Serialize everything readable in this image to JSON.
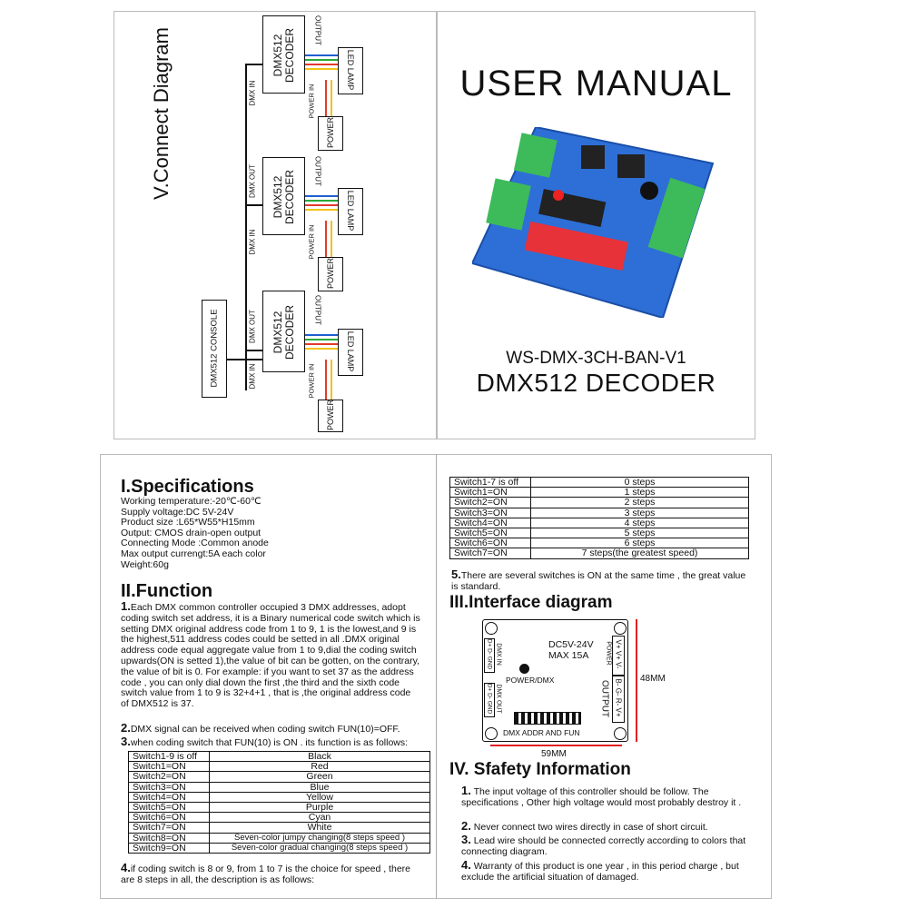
{
  "connect": {
    "title": "V.Connect Diagram",
    "decoder_line1": "DMX512",
    "decoder_line2": "DECODER",
    "output": "OUTPUT",
    "led_lamp": "LED LAMP",
    "power_in": "POWER IN",
    "power": "POWER",
    "dmx_in": "DMX IN",
    "dmx_out": "DMX OUT",
    "console": "DMX512 CONSOLE",
    "colors": [
      "#1e5fd0",
      "#2da83a",
      "#e23b2e",
      "#f2c318"
    ]
  },
  "cover": {
    "title": "USER MANUAL",
    "model": "WS-DMX-3CH-BAN-V1",
    "product": "DMX512 DECODER"
  },
  "specs": {
    "title": "I.Specifications",
    "lines": [
      "Working temperature:-20℃-60℃",
      "Supply voltage:DC 5V-24V",
      "Product size :L65*W55*H15mm",
      "Output: CMOS drain-open output",
      "Connecting Mode :Common anode",
      "Max output currengt:5A  each color",
      "Weight:60g"
    ]
  },
  "function": {
    "title": "II.Function",
    "item1_num": "1.",
    "item1": "Each DMX common controller occupied 3 DMX addresses, adopt coding switch set address, it is a Binary numerical code switch which is setting DMX original address code from 1 to 9, 1 is the lowest,and 9 is the highest,511 address codes  could be setted  in all .DMX original address code equal aggregate value from 1 to 9,dial the coding switch upwards(ON is setted 1),the value of bit can be  gotten, on the contrary, the value of bit is 0. For example: if you want to set 37 as the address code , you can only dial down the first ,the third and the  sixth code switch value from 1 to 9 is 32+4+1 , that is ,the original address  code of DMX512 is 37.",
    "item2_num": "2.",
    "item2": "DMX signal can be received when coding switch FUN(10)=OFF.",
    "item3_num": "3.",
    "item3": "when coding switch that FUN(10) is ON . its function is as follows:",
    "item4_num": "4.",
    "item4": "if coding switch is 8 or 9,  from 1 to 7 is the choice for speed ,  there are 8 steps in all, the description is as follows:"
  },
  "table1": [
    [
      "Switch1-9 is off",
      "Black"
    ],
    [
      "Switch1=ON",
      "Red"
    ],
    [
      "Switch2=ON",
      "Green"
    ],
    [
      "Switch3=ON",
      "Blue"
    ],
    [
      "Switch4=ON",
      "Yellow"
    ],
    [
      "Switch5=ON",
      "Purple"
    ],
    [
      "Switch6=ON",
      "Cyan"
    ],
    [
      "Switch7=ON",
      "White"
    ],
    [
      "Switch8=ON",
      "Seven-color jumpy changing(8 steps speed )"
    ],
    [
      "Switch9=ON",
      "Seven-color gradual changing(8 steps speed )"
    ]
  ],
  "table2": [
    [
      "Switch1-7 is off",
      "0 steps"
    ],
    [
      "Switch1=ON",
      "1 steps"
    ],
    [
      "Switch2=ON",
      "2 steps"
    ],
    [
      "Switch3=ON",
      "3 steps"
    ],
    [
      "Switch4=ON",
      "4 steps"
    ],
    [
      "Switch5=ON",
      "5 steps"
    ],
    [
      "Switch6=ON",
      "6 steps"
    ],
    [
      "Switch7=ON",
      "7 steps(the greatest speed)"
    ]
  ],
  "item5_num": "5.",
  "item5": "There are several switches is ON at the same time , the great value is standard.",
  "interface": {
    "title": "III.Interface diagram",
    "supply": "DC5V-24V",
    "max": "MAX 15A",
    "power_dmx": "POWER/DMX",
    "addr": "DMX ADDR AND FUN",
    "dim_h": "48MM",
    "dim_w": "59MM",
    "dmx_in": "DMX IN",
    "dmx_in_pins": "D+ D- GND",
    "dmx_out": "DMX OUT",
    "dmx_out_pins": "D+ D- GND",
    "power": "POWER",
    "power_pins": "V+ V+ V-",
    "output": "OUTPUT",
    "output_pins": "B- G- R- V+"
  },
  "safety": {
    "title": "IV. Sfafety Information",
    "items": [
      {
        "num": "1.",
        "text": "The input voltage of this controller should be follow. The specifications , Other high voltage would most probably destroy it ."
      },
      {
        "num": "2.",
        "text": "Never connect two wires directly in case of short circuit."
      },
      {
        "num": "3.",
        "text": "Lead wire should be connected correctly according to colors that connecting diagram."
      },
      {
        "num": "4.",
        "text": "Warranty of this product is one year , in this period charge , but exclude the artificial situation of damaged."
      }
    ]
  }
}
